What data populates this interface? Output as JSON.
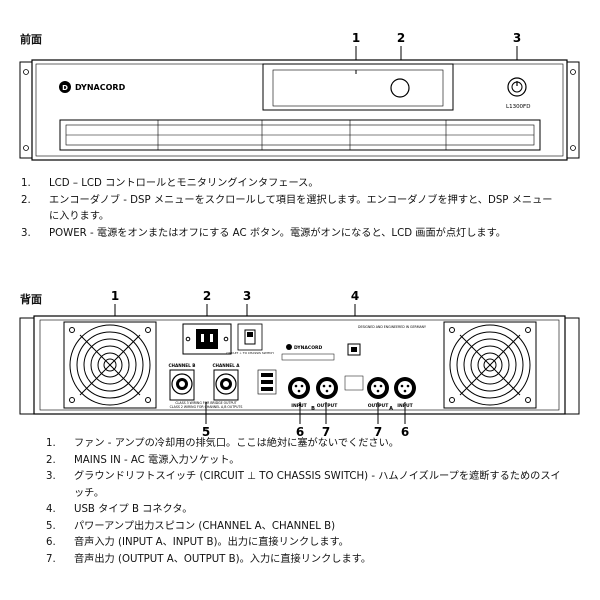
{
  "front": {
    "heading": "前面",
    "brand": "DYNACORD",
    "model": "L1300FD",
    "callouts": [
      "1",
      "2",
      "3"
    ],
    "items": [
      {
        "num": "1.",
        "text": "LCD – LCD コントロールとモニタリングインタフェース。"
      },
      {
        "num": "2.",
        "text": "エンコーダノブ - DSP メニューをスクロールして項目を選択します。エンコーダノブを押すと、DSP メニューに入ります。"
      },
      {
        "num": "3.",
        "text": "POWER - 電源をオンまたはオフにする AC ボタン。電源がオンになると、LCD 画面が点灯します。"
      }
    ]
  },
  "rear": {
    "heading": "背面",
    "brand": "DYNACORD",
    "callouts_top": [
      "1",
      "2",
      "3",
      "4"
    ],
    "callouts_bottom": [
      "5",
      "6",
      "7",
      "7",
      "6"
    ],
    "labels": {
      "channel_b": "CHANNEL B",
      "channel_a": "CHANNEL A",
      "input_b": "INPUT",
      "output_b": "OUTPUT",
      "letter_b": "B",
      "output_a": "OUTPUT",
      "input_a": "INPUT",
      "letter_a": "A",
      "circuit_switch": "CIRCUIT ⊥ TO CHASSIS SWITCH",
      "usb_note": "DESIGNED AND ENGINEERED IN GERMANY",
      "class_note_1": "CLASS 3 WIRING FOR BRIDGE OUTPUT",
      "class_note_2": "CLASS 2 WIRING FOR CHANNEL A,B OUTPUTS"
    },
    "items": [
      {
        "num": "1.",
        "text": "ファン - アンプの冷却用の排気口。ここは絶対に塞がないでください。"
      },
      {
        "num": "2.",
        "text": "MAINS IN - AC 電源入力ソケット。"
      },
      {
        "num": "3.",
        "text": "グラウンドリフトスイッチ (CIRCUIT ⊥ TO CHASSIS SWITCH) - ハムノイズループを遮断するためのスイッチ。"
      },
      {
        "num": "4.",
        "text": "USB タイプ B コネクタ。"
      },
      {
        "num": "5.",
        "text": "パワーアンプ出力スピコン (CHANNEL A、CHANNEL B)"
      },
      {
        "num": "6.",
        "text": "音声入力 (INPUT A、INPUT B)。出力に直接リンクします。"
      },
      {
        "num": "7.",
        "text": "音声出力 (OUTPUT A、OUTPUT B)。入力に直接リンクします。"
      }
    ]
  }
}
